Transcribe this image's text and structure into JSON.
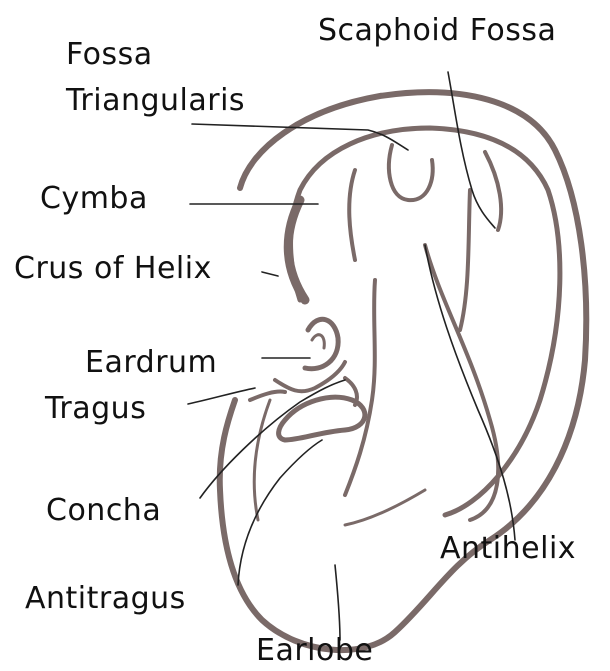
{
  "labels": {
    "scaphoid_fossa": "Scaphoid Fossa",
    "fossa": "Fossa",
    "triangularis": "Triangularis",
    "cymba": "Cymba",
    "crus_of_helix": "Crus of Helix",
    "eardrum": "Eardrum",
    "tragus": "Tragus",
    "concha": "Concha",
    "antitragus": "Antitragus",
    "antihelix": "Antihelix",
    "earlobe": "Earlobe"
  },
  "colors": {
    "ear_outline": "#7a6a68",
    "leader_lines": "#222222",
    "label_text": "#111111",
    "background": "#ffffff"
  }
}
